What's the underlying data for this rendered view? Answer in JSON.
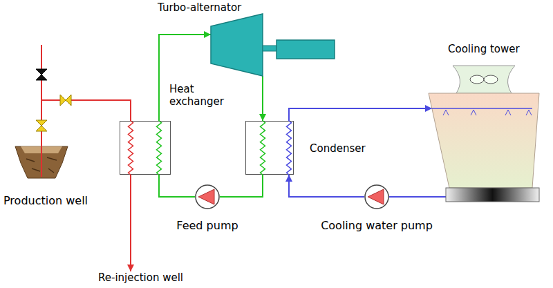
{
  "diagram": {
    "nodes": [
      {
        "text": [
          "Turbo-alternator"
        ]
      },
      {
        "text": [
          "Heat exchanger"
        ]
      },
      {
        "text": [
          "Condenser"
        ]
      },
      {
        "text": [
          "Cooling tower"
        ]
      },
      {
        "text": [
          "Production well"
        ]
      },
      {
        "text": [
          "Feed pump"
        ]
      },
      {
        "text": [
          "Cooling water pump"
        ]
      },
      {
        "text": [
          "Re-injection well"
        ]
      }
    ],
    "edges": [
      {
        "from": 4,
        "to": 1,
        "arrow": "none"
      },
      {
        "from": 1,
        "to": 7,
        "arrow": "to"
      },
      {
        "from": 1,
        "to": 0,
        "arrow": "to"
      },
      {
        "from": 0,
        "to": 2,
        "arrow": "to"
      },
      {
        "from": 2,
        "to": 5,
        "arrow": "none"
      },
      {
        "from": 5,
        "to": 1,
        "arrow": "none"
      },
      {
        "from": 2,
        "to": 3,
        "arrow": "to"
      },
      {
        "from": 3,
        "to": 6,
        "arrow": "none"
      },
      {
        "from": 6,
        "to": 2,
        "arrow": "to"
      }
    ]
  }
}
